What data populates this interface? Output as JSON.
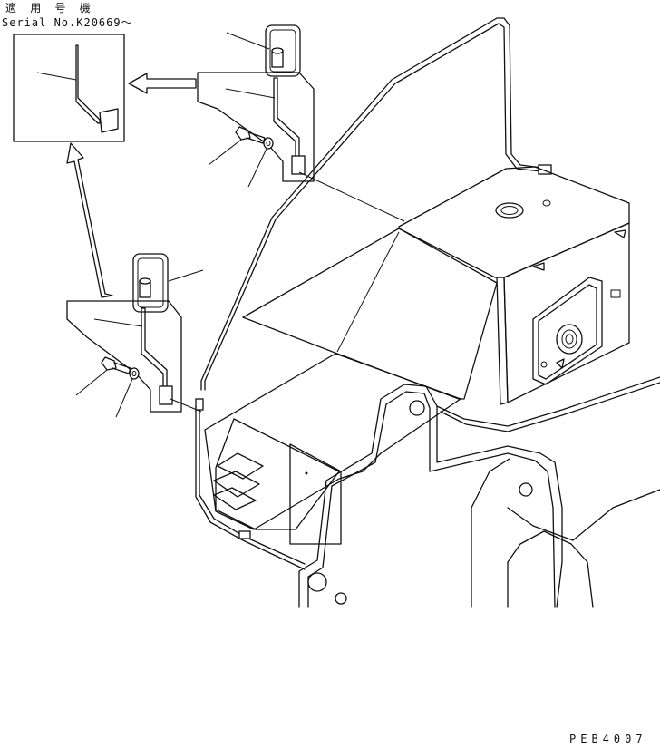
{
  "header": {
    "applicable_serials_label": "適 用 号 機",
    "serial_number": "Serial No.K20669～"
  },
  "footer": {
    "drawing_code": "PEB4007"
  }
}
